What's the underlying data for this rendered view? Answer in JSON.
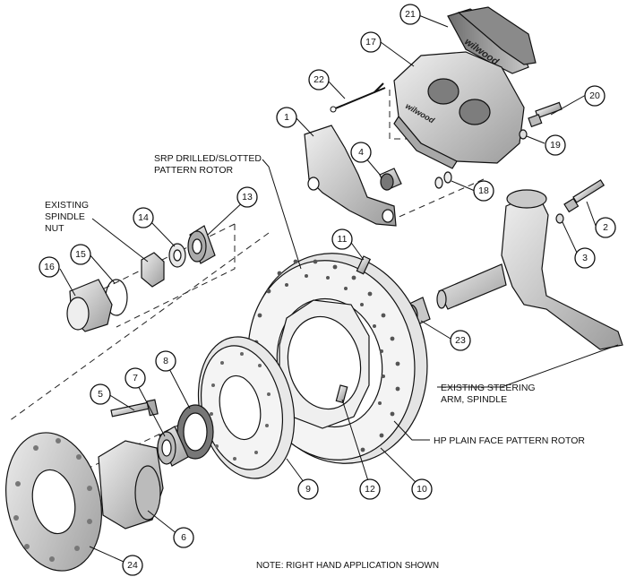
{
  "callouts": {
    "c1": "1",
    "c2": "2",
    "c3": "3",
    "c4": "4",
    "c5": "5",
    "c6": "6",
    "c7": "7",
    "c8": "8",
    "c9": "9",
    "c10": "10",
    "c11": "11",
    "c12": "12",
    "c13": "13",
    "c14": "14",
    "c15": "15",
    "c16": "16",
    "c17": "17",
    "c18": "18",
    "c19": "19",
    "c20": "20",
    "c21": "21",
    "c22": "22",
    "c23": "23",
    "c24": "24"
  },
  "labels": {
    "srp_rotor_line1": "SRP DRILLED/SLOTTED",
    "srp_rotor_line2": "PATTERN ROTOR",
    "spindle_nut_line1": "EXISTING",
    "spindle_nut_line2": "SPINDLE",
    "spindle_nut_line3": "NUT",
    "steering_line1": "EXISTING STEERING",
    "steering_line2": "ARM, SPINDLE",
    "hp_rotor": "HP PLAIN FACE PATTERN ROTOR",
    "note": "NOTE: RIGHT HAND APPLICATION SHOWN"
  },
  "branding": {
    "pad_logo": "wilwood",
    "caliper_logo": "wilwood"
  },
  "colors": {
    "line": "#111111",
    "part_fill": "#d9d9d9",
    "part_shade": "#9a9a9a",
    "background": "#ffffff"
  }
}
